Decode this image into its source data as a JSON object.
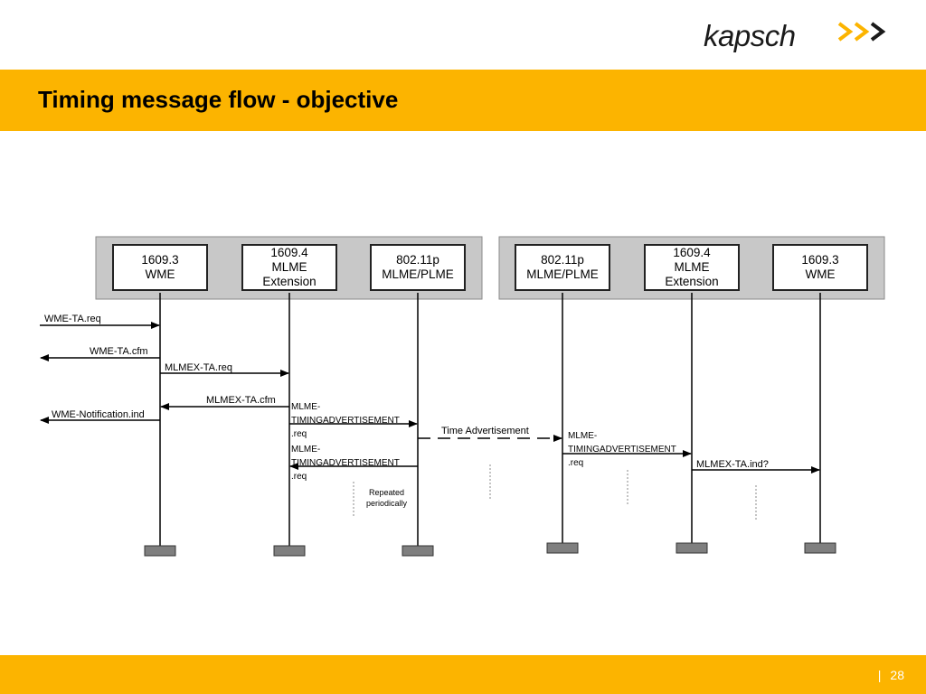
{
  "logo": {
    "text": "kapsch"
  },
  "slide": {
    "title": "Timing message flow - objective",
    "page": "28",
    "separator": "|"
  },
  "entities": [
    {
      "label": "1609.3\nWME"
    },
    {
      "label": "1609.4\nMLME\nExtension"
    },
    {
      "label": "802.11p\nMLME/PLME"
    },
    {
      "label": "802.11p\nMLME/PLME"
    },
    {
      "label": "1609.4\nMLME\nExtension"
    },
    {
      "label": "1609.3\nWME"
    }
  ],
  "messages": {
    "wme_ta_req": "WME-TA.req",
    "wme_ta_cfm": "WME-TA.cfm",
    "mlmex_ta_req": "MLMEX-TA.req",
    "mlmex_ta_cfm": "MLMEX-TA.cfm",
    "wme_notification_ind": "WME-Notification.ind",
    "mlme_timing_req_1": "MLME-\nTIMINGADVERTISEMENT\n.req",
    "mlme_timing_req_2": "MLME-\nTIMINGADVERTISEMENT\n.req",
    "time_advertisement": "Time Advertisement",
    "mlme_timing_req_3": "MLME-\nTIMINGADVERTISEMENT\n.req",
    "mlmex_ta_ind": "MLMEX-TA.ind?",
    "repeated": "Repeated\nperiodically"
  },
  "colors": {
    "accent": "#fcb400",
    "group_fill": "#c8c8c8",
    "terminator_fill": "#7f7f7f"
  }
}
